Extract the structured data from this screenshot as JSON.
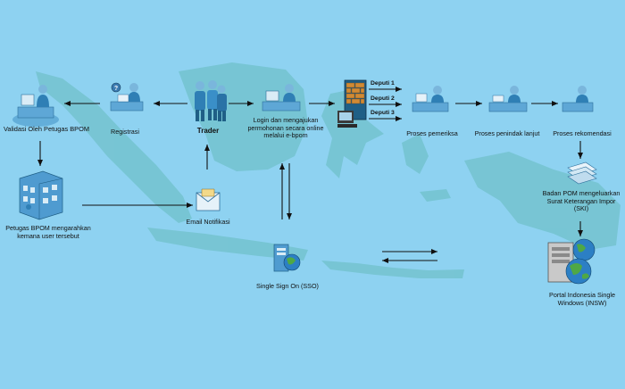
{
  "colors": {
    "background": "#8ed2f1",
    "map": "#73c2cf",
    "arrow": "#111111",
    "figure": "#2f7fb5",
    "server": "#1f5f86"
  },
  "nodes": {
    "validasi": {
      "label": "Validasi Oleh Petugas BPOM",
      "icon": "officer-at-desk-icon"
    },
    "registrasi": {
      "label": "Registrasi",
      "icon": "registration-desk-icon"
    },
    "trader": {
      "label": "Trader",
      "icon": "people-group-icon"
    },
    "login": {
      "label": "Login dan mengajukan\npermohonan secara online\nmelalui e-bpom",
      "icon": "computer-user-icon"
    },
    "server": {
      "icon": "server-firewall-icon"
    },
    "proses_pemeriksa": {
      "label": "Proses pemeriksa",
      "icon": "inspector-desk-icon"
    },
    "proses_penindak": {
      "label": "Proses penindak lanjut",
      "icon": "follow-up-desk-icon"
    },
    "proses_rekomendasi": {
      "label": "Proses rekomendasi",
      "icon": "recommendation-desk-icon"
    },
    "badan_pom": {
      "label": "Badan POM mengeluarkan\nSurat Keterangan Impor\n(SKI)",
      "icon": "document-stack-icon"
    },
    "portal": {
      "label": "Portal Indonesia Single\nWindows (INSW)",
      "icon": "globe-server-icon"
    },
    "petugas": {
      "label": "Petugas BPOM mengarahkan\nkemana user tersebut",
      "icon": "office-building-icon"
    },
    "email": {
      "label": "Email Notifikasi",
      "icon": "envelope-icon"
    },
    "sso": {
      "label": "Single Sign On (SSO)",
      "icon": "sso-server-globe-icon"
    }
  },
  "deputies": [
    "Deputi 1",
    "Deputi 2",
    "Deputi 3"
  ]
}
